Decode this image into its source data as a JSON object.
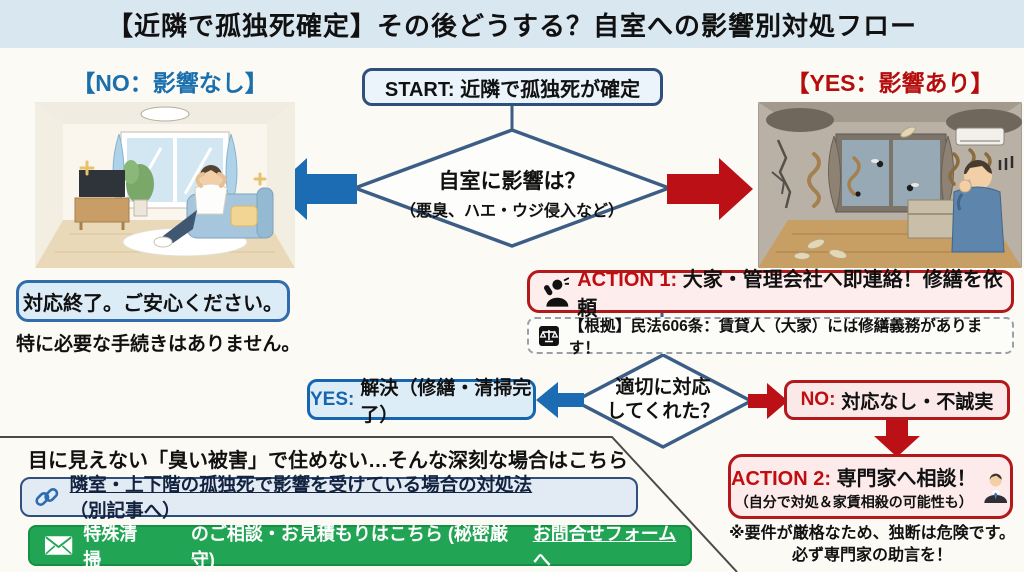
{
  "title": "【近隣で孤独死確定】その後どうする？自室への影響別対処フロー",
  "flow": {
    "start": "START: 近隣で孤独死が確定",
    "decision1": {
      "line1": "自室に影響は？",
      "line2": "（悪臭、ハエ・ウジ侵入など）"
    },
    "branch_no": {
      "label": "【NO：影響なし】",
      "done": "対応終了。ご安心ください。",
      "note": "特に必要な手続きはありません。"
    },
    "branch_yes": {
      "label": "【YES：影響あり】"
    },
    "action1": {
      "prefix": "ACTION 1:",
      "text": "大家・管理会社へ即連絡！修繕を依頼"
    },
    "legal_basis": "【根拠】民法606条：賃貸人（大家）には修繕義務があります！",
    "decision2": {
      "line1": "適切に対応",
      "line2": "してくれた？"
    },
    "yes_result": {
      "prefix": "YES:",
      "text": "解決（修繕・清掃完了）"
    },
    "no_result": {
      "prefix": "NO:",
      "text": "対応なし・不誠実"
    },
    "action2": {
      "prefix": "ACTION 2:",
      "title": "専門家へ相談！",
      "sub": "（自分で対処＆家賃相殺の可能性も）"
    },
    "caution": {
      "line1": "※要件が厳格なため、独断は危険です。",
      "line2": "必ず専門家の助言を！"
    }
  },
  "footer": {
    "smell_heading": "目に見えない「臭い被害」で住めない…そんな深刻な場合はこちら",
    "article_link": {
      "text": "隣室・上下階の孤独死で影響を受けている場合の対処法",
      "suffix": "（別記事へ）"
    },
    "cta": {
      "service": "特殊清掃",
      "text": "のご相談・お見積もりはこちら (秘密厳守)",
      "link": "お問合せフォームへ"
    }
  },
  "colors": {
    "header_bg": "#d9e7f1",
    "blue": "#1b6cb3",
    "red": "#bb1016",
    "navy_border": "#2f4f7d",
    "green": "#22a455",
    "action_fill": "#fdeded",
    "blue_fill": "#ddedf8"
  }
}
